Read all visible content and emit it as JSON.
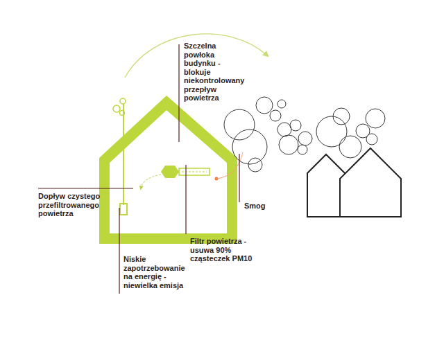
{
  "diagram": {
    "labels": [
      "Szczelna powłoka budynku -blokuje niekontrolowany przepływ powietrza",
      "Dopływ czystego przefiltrowanego powietrza",
      "Smog",
      "Filtr powietrza -usuwa 90% cząsteczek PM10",
      "Niskie zapotrzebowanie na energię -niewielka emisja"
    ]
  }
}
